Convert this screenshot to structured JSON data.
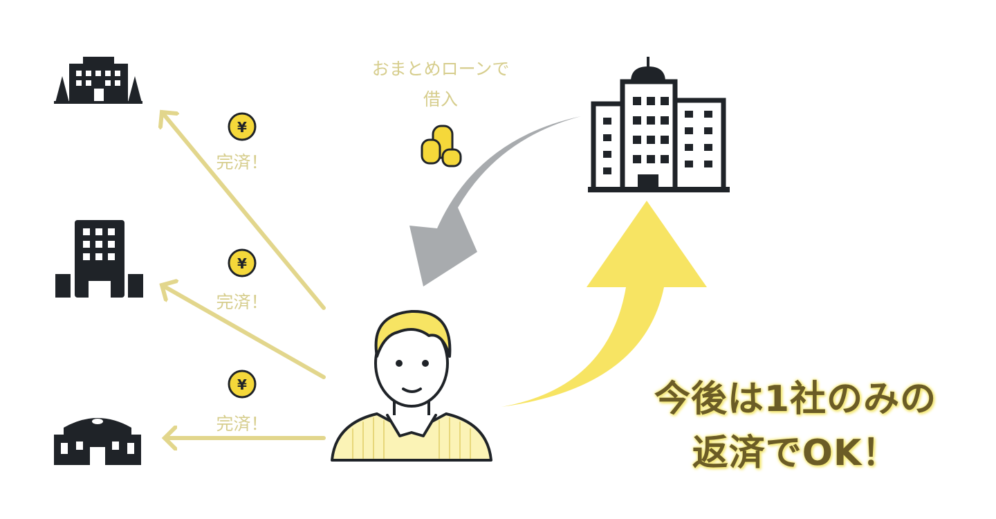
{
  "top_caption": {
    "line1": "おまとめローンで",
    "line2": "借入"
  },
  "payoff_labels": [
    "完済！",
    "完済！",
    "完済！"
  ],
  "coin_symbol": "¥",
  "message": {
    "line1": "今後は1社のみの",
    "line2": "返済でOK！"
  },
  "colors": {
    "arrow_pale": "#e2d68c",
    "arrow_gray": "#a8abae",
    "arrow_yellow": "#f7e463",
    "coin": "#f5d83a",
    "text_dark": "#6b5c26",
    "building": "#1f2328"
  }
}
